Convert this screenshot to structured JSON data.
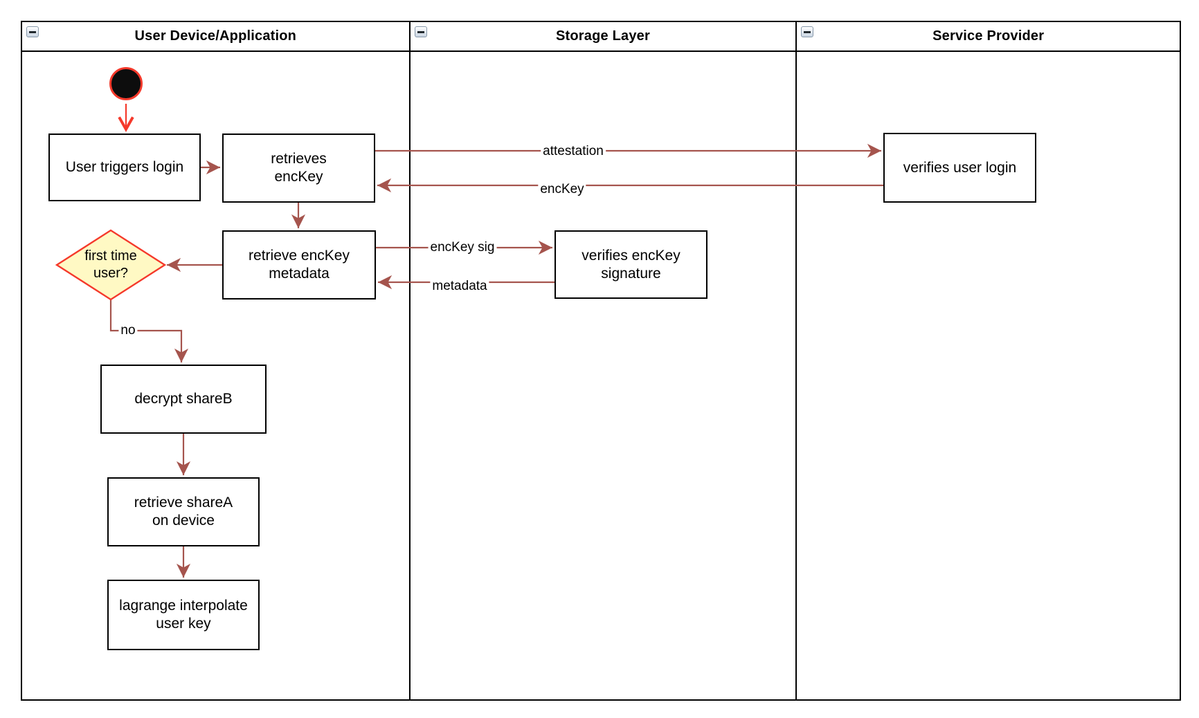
{
  "diagram": {
    "lanes": [
      {
        "title": "User Device/Application"
      },
      {
        "title": "Storage Layer"
      },
      {
        "title": "Service Provider"
      }
    ],
    "nodes": {
      "start": {
        "type": "initial-state"
      },
      "user_triggers_login": {
        "label": "User triggers login"
      },
      "retrieves_enckey": {
        "label": "retrieves\nencKey"
      },
      "verifies_user_login": {
        "label": "verifies user login"
      },
      "retrieve_enckey_metadata": {
        "label": "retrieve encKey\nmetadata"
      },
      "first_time_user": {
        "label": "first time\nuser?"
      },
      "verifies_enckey_signature": {
        "label": "verifies encKey\nsignature"
      },
      "decrypt_shareb": {
        "label": "decrypt shareB"
      },
      "retrieve_sharea": {
        "label": "retrieve shareA\non device"
      },
      "lagrange_interpolate": {
        "label": "lagrange interpolate\nuser key"
      }
    },
    "edge_labels": {
      "attestation": "attestation",
      "enckey": "encKey",
      "enckey_sig": "encKey sig",
      "metadata": "metadata",
      "no": "no"
    },
    "colors": {
      "arrow": "#a5544d",
      "highlight_red": "#f5392b",
      "decision_fill": "#fff9c4",
      "node_border": "#000000"
    }
  }
}
